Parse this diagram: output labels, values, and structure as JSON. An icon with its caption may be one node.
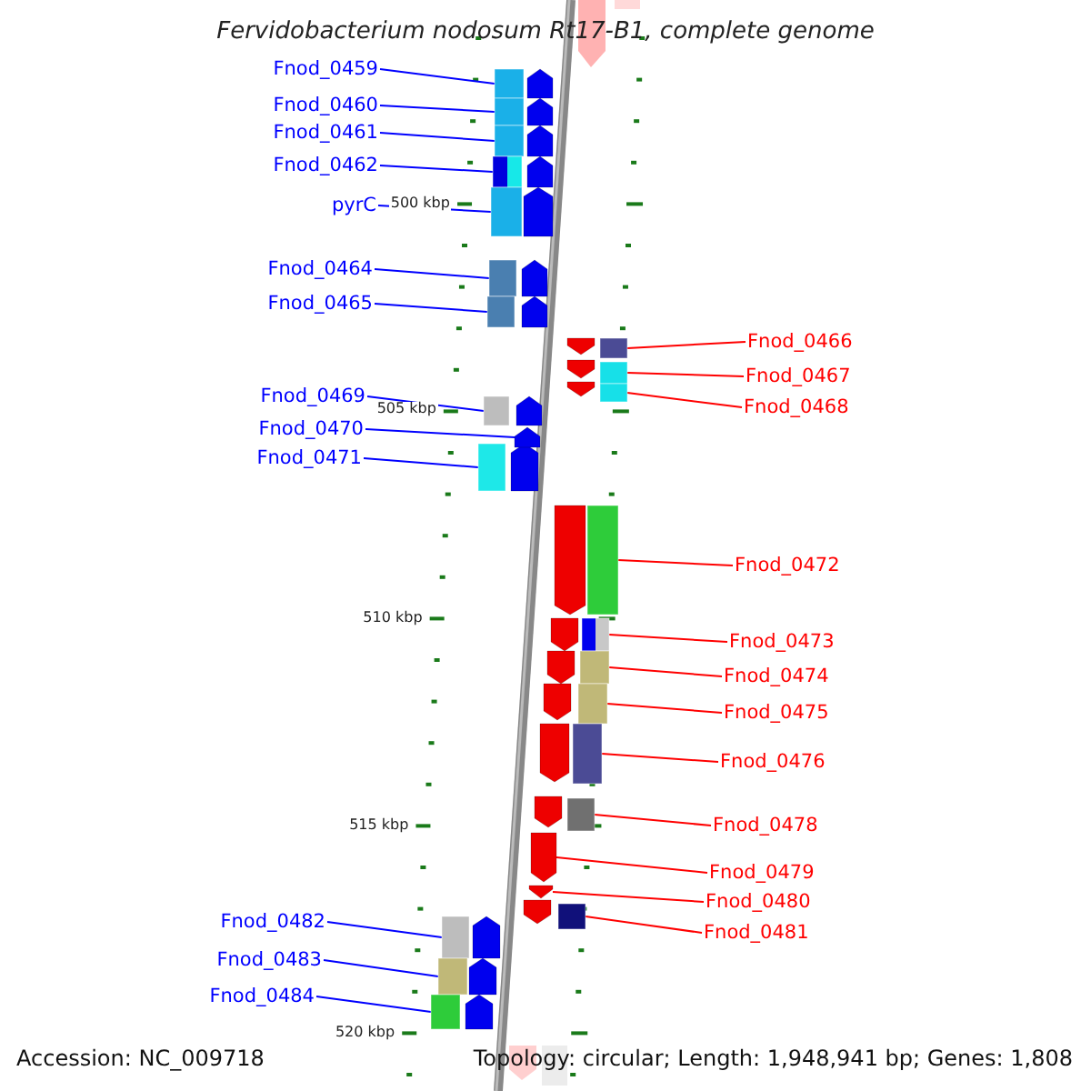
{
  "diagram": {
    "title": "Fervidobacterium nodosum Rt17-B1, complete genome",
    "nodes": [
      {
        "text": [
          "Fnod_0459"
        ]
      },
      {
        "text": [
          "Fnod_0460"
        ]
      },
      {
        "text": [
          "Fnod_0461"
        ]
      },
      {
        "text": [
          "Fnod_0462"
        ]
      },
      {
        "text": [
          "pyrC"
        ]
      },
      {
        "text": [
          "Fnod_0464"
        ]
      },
      {
        "text": [
          "Fnod_0465"
        ]
      },
      {
        "text": [
          "Fnod_0466"
        ]
      },
      {
        "text": [
          "Fnod_0467"
        ]
      },
      {
        "text": [
          "Fnod_0468"
        ]
      },
      {
        "text": [
          "Fnod_0469"
        ]
      },
      {
        "text": [
          "Fnod_0470"
        ]
      },
      {
        "text": [
          "Fnod_0471"
        ]
      },
      {
        "text": [
          "Fnod_0472"
        ]
      },
      {
        "text": [
          "Fnod_0473"
        ]
      },
      {
        "text": [
          "Fnod_0474"
        ]
      },
      {
        "text": [
          "Fnod_0475"
        ]
      },
      {
        "text": [
          "Fnod_0476"
        ]
      },
      {
        "text": [
          "Fnod_0478"
        ]
      },
      {
        "text": [
          "Fnod_0479"
        ]
      },
      {
        "text": [
          "Fnod_0480"
        ]
      },
      {
        "text": [
          "Fnod_0481"
        ]
      },
      {
        "text": [
          "Fnod_0482"
        ]
      },
      {
        "text": [
          "Fnod_0483"
        ]
      },
      {
        "text": [
          "Fnod_0484"
        ]
      },
      {
        "text": [],
        "shape": "box"
      },
      {
        "text": [],
        "shape": "box"
      },
      {
        "text": [],
        "shape": "box"
      },
      {
        "text": [],
        "shape": "box"
      },
      {
        "text": [],
        "shape": "box"
      },
      {
        "text": [],
        "shape": "box"
      },
      {
        "text": [],
        "shape": "box"
      },
      {
        "text": [],
        "shape": "box"
      },
      {
        "text": [],
        "shape": "box"
      },
      {
        "text": [],
        "shape": "box"
      },
      {
        "text": [],
        "shape": "box"
      },
      {
        "text": [],
        "shape": "arrow"
      },
      {
        "text": [],
        "shape": "box"
      },
      {
        "text": [],
        "shape": "box"
      },
      {
        "text": [],
        "shape": "box"
      },
      {
        "text": [],
        "shape": "box"
      },
      {
        "text": [],
        "shape": "box"
      },
      {
        "text": [],
        "shape": "box"
      },
      {
        "text": [],
        "shape": "box"
      },
      {
        "text": [],
        "shape": "arrow"
      },
      {
        "text": [],
        "shape": "arrow"
      },
      {
        "text": [],
        "shape": "box"
      },
      {
        "text": [],
        "shape": "box"
      },
      {
        "text": [],
        "shape": "box"
      },
      {
        "text": [],
        "shape": "box"
      }
    ],
    "edges": [
      {
        "from": 0,
        "to": 25,
        "arrow": "none"
      },
      {
        "from": 1,
        "to": 26,
        "arrow": "none"
      },
      {
        "from": 2,
        "to": 27,
        "arrow": "none"
      },
      {
        "from": 3,
        "to": 28,
        "arrow": "none"
      },
      {
        "from": 4,
        "to": 29,
        "arrow": "none"
      },
      {
        "from": 5,
        "to": 30,
        "arrow": "none"
      },
      {
        "from": 6,
        "to": 31,
        "arrow": "none"
      },
      {
        "from": 7,
        "to": 32,
        "arrow": "none",
        "color": "#ff0000"
      },
      {
        "from": 8,
        "to": 33,
        "arrow": "none",
        "color": "#ff0000"
      },
      {
        "from": 9,
        "to": 34,
        "arrow": "none",
        "color": "#ff0000"
      },
      {
        "from": 10,
        "to": 35,
        "arrow": "none"
      },
      {
        "from": 11,
        "to": 36,
        "arrow": "none"
      },
      {
        "from": 12,
        "to": 37,
        "arrow": "none"
      },
      {
        "from": 13,
        "to": 38,
        "arrow": "none",
        "color": "#ff0000"
      },
      {
        "from": 14,
        "to": 39,
        "arrow": "none",
        "color": "#ff0000"
      },
      {
        "from": 15,
        "to": 40,
        "arrow": "none",
        "color": "#ff0000"
      },
      {
        "from": 16,
        "to": 41,
        "arrow": "none",
        "color": "#ff0000"
      },
      {
        "from": 17,
        "to": 42,
        "arrow": "none",
        "color": "#ff0000"
      },
      {
        "from": 18,
        "to": 43,
        "arrow": "none",
        "color": "#ff0000"
      },
      {
        "from": 19,
        "to": 44,
        "arrow": "none",
        "color": "#ff0000"
      },
      {
        "from": 20,
        "to": 45,
        "arrow": "none",
        "color": "#ff0000"
      },
      {
        "from": 21,
        "to": 46,
        "arrow": "none",
        "color": "#ff0000"
      },
      {
        "from": 22,
        "to": 47,
        "arrow": "none"
      },
      {
        "from": 23,
        "to": 48,
        "arrow": "none"
      },
      {
        "from": 24,
        "to": 49,
        "arrow": "none"
      }
    ],
    "labels": [
      "500 kbp",
      "505 kbp",
      "510 kbp",
      "515 kbp",
      "520 kbp",
      "Accession: NC_009718",
      "Topology: circular; Length: 1,948,941 bp; Genes: 1,808"
    ]
  }
}
